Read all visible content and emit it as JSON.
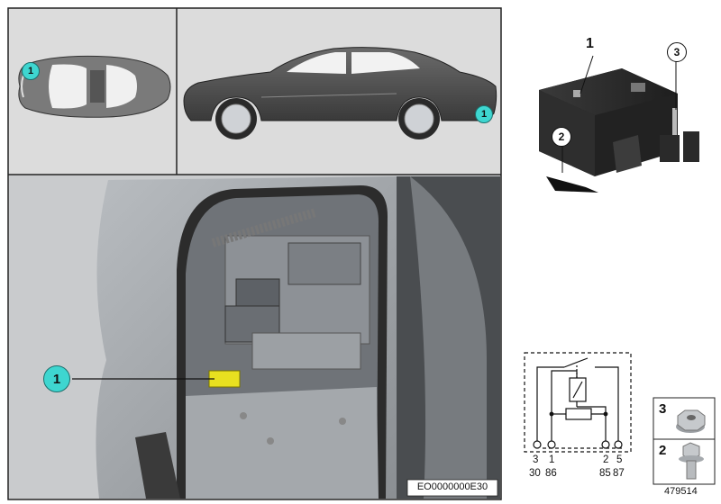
{
  "callouts": {
    "top_view": "1",
    "side_view": "1",
    "trunk_view": "1",
    "relay_part": "1",
    "relay_bracket": "2",
    "relay_stud": "3"
  },
  "fasteners": {
    "nut_number": "3",
    "bolt_number": "2",
    "part_code": "479514"
  },
  "image_code": "EO0000000E30",
  "relay_schematic": {
    "pins": [
      {
        "pin": "3",
        "terminal": "30"
      },
      {
        "pin": "1",
        "terminal": "86"
      },
      {
        "pin": "2",
        "terminal": "85"
      },
      {
        "pin": "5",
        "terminal": "87"
      }
    ]
  },
  "colors": {
    "callout_fill": "#3ed6d0",
    "panel_bg": "#dcdcdc",
    "highlight_part": "#e8e020"
  }
}
